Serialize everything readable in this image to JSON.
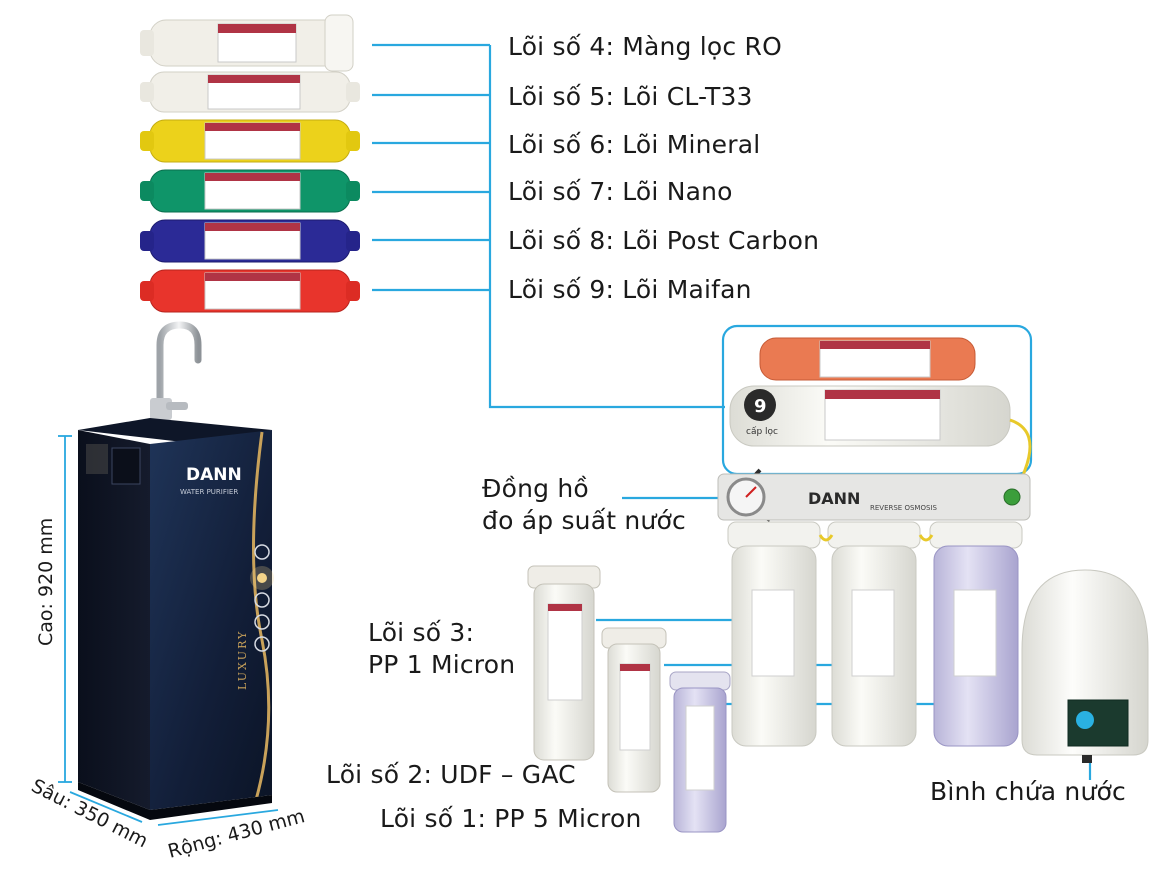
{
  "labels": {
    "core4": "Lõi số 4: Màng lọc RO",
    "core5": "Lõi số 5: Lõi CL-T33",
    "core6": "Lõi số 6: Lõi Mineral",
    "core7": "Lõi số 7: Lõi Nano",
    "core8": "Lõi số 8: Lõi Post Carbon",
    "core9": "Lõi số 9: Lõi Maifan",
    "gauge_line1": "Đồng hồ",
    "gauge_line2": "đo áp suất nước",
    "core3_line1": "Lõi số 3:",
    "core3_line2": "PP 1 Micron",
    "core2": "Lõi số 2: UDF – GAC",
    "core1": "Lõi số 1: PP 5 Micron",
    "tank": "Bình chứa nước"
  },
  "dimensions": {
    "height": "Cao: 920 mm",
    "depth": "Sâu: 350 mm",
    "width": "Rộng: 430 mm"
  },
  "product_marks": {
    "brand": "DANN",
    "subtitle": "WATER PURIFIER",
    "cabinet_side": "LUXURY",
    "frame_label": "REVERSE OSMOSIS",
    "stage_badge": "9",
    "stage_badge_text": "cấp lọc"
  },
  "colors": {
    "leader_line": "#29a8df",
    "cartridge_ro": "#f1efe8",
    "cartridge_clt33": "#f1efe8",
    "cartridge_mineral": "#ecd21b",
    "cartridge_nano": "#0f9569",
    "cartridge_post_carbon": "#2b2a96",
    "cartridge_maifan": "#e8342c",
    "cabinet": "#15233f",
    "cabinet_accent": "#c9a25a"
  }
}
